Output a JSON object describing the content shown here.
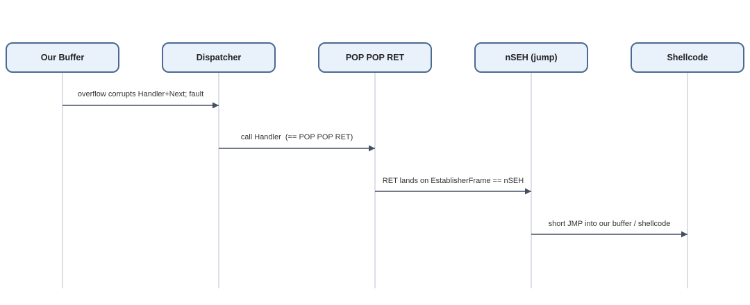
{
  "participants": [
    {
      "label": "Our Buffer"
    },
    {
      "label": "Dispatcher"
    },
    {
      "label": "POP POP RET"
    },
    {
      "label": "nSEH (jump)"
    },
    {
      "label": "Shellcode"
    }
  ],
  "messages": [
    {
      "from": 0,
      "to": 1,
      "label": "overflow corrupts Handler+Next; fault"
    },
    {
      "from": 1,
      "to": 2,
      "label": "call Handler  (== POP POP RET)"
    },
    {
      "from": 2,
      "to": 3,
      "label": "RET lands on EstablisherFrame == nSEH"
    },
    {
      "from": 3,
      "to": 4,
      "label": "short JMP into our buffer / shellcode"
    }
  ],
  "colors": {
    "box_border": "#4a6a91",
    "box_fill": "#e9f1fb",
    "lifeline": "#c4cad6",
    "arrow": "#454f63",
    "text": "#222222"
  }
}
